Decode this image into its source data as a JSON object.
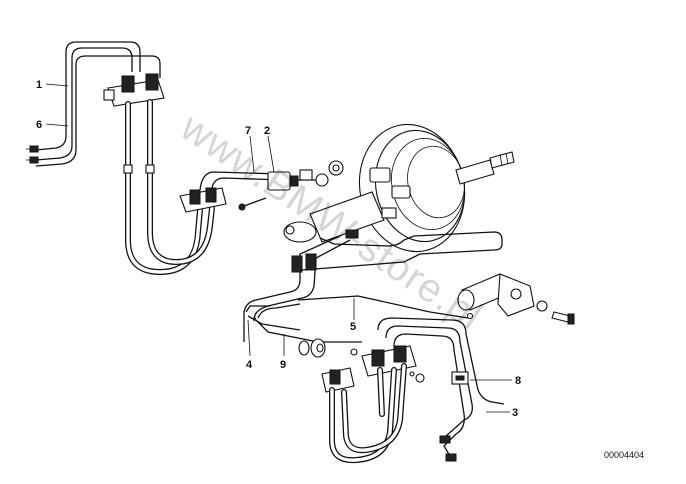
{
  "diagram": {
    "id_text": "00004404",
    "watermark": "www.BMW-store.pl",
    "labels": [
      {
        "key": "label-1",
        "text": "1"
      },
      {
        "key": "label-6",
        "text": "6"
      },
      {
        "key": "label-7",
        "text": "7"
      },
      {
        "key": "label-2",
        "text": "2"
      },
      {
        "key": "label-5",
        "text": "5"
      },
      {
        "key": "label-4",
        "text": "4"
      },
      {
        "key": "label-9",
        "text": "9"
      },
      {
        "key": "label-8",
        "text": "8"
      },
      {
        "key": "label-3",
        "text": "3"
      }
    ]
  }
}
